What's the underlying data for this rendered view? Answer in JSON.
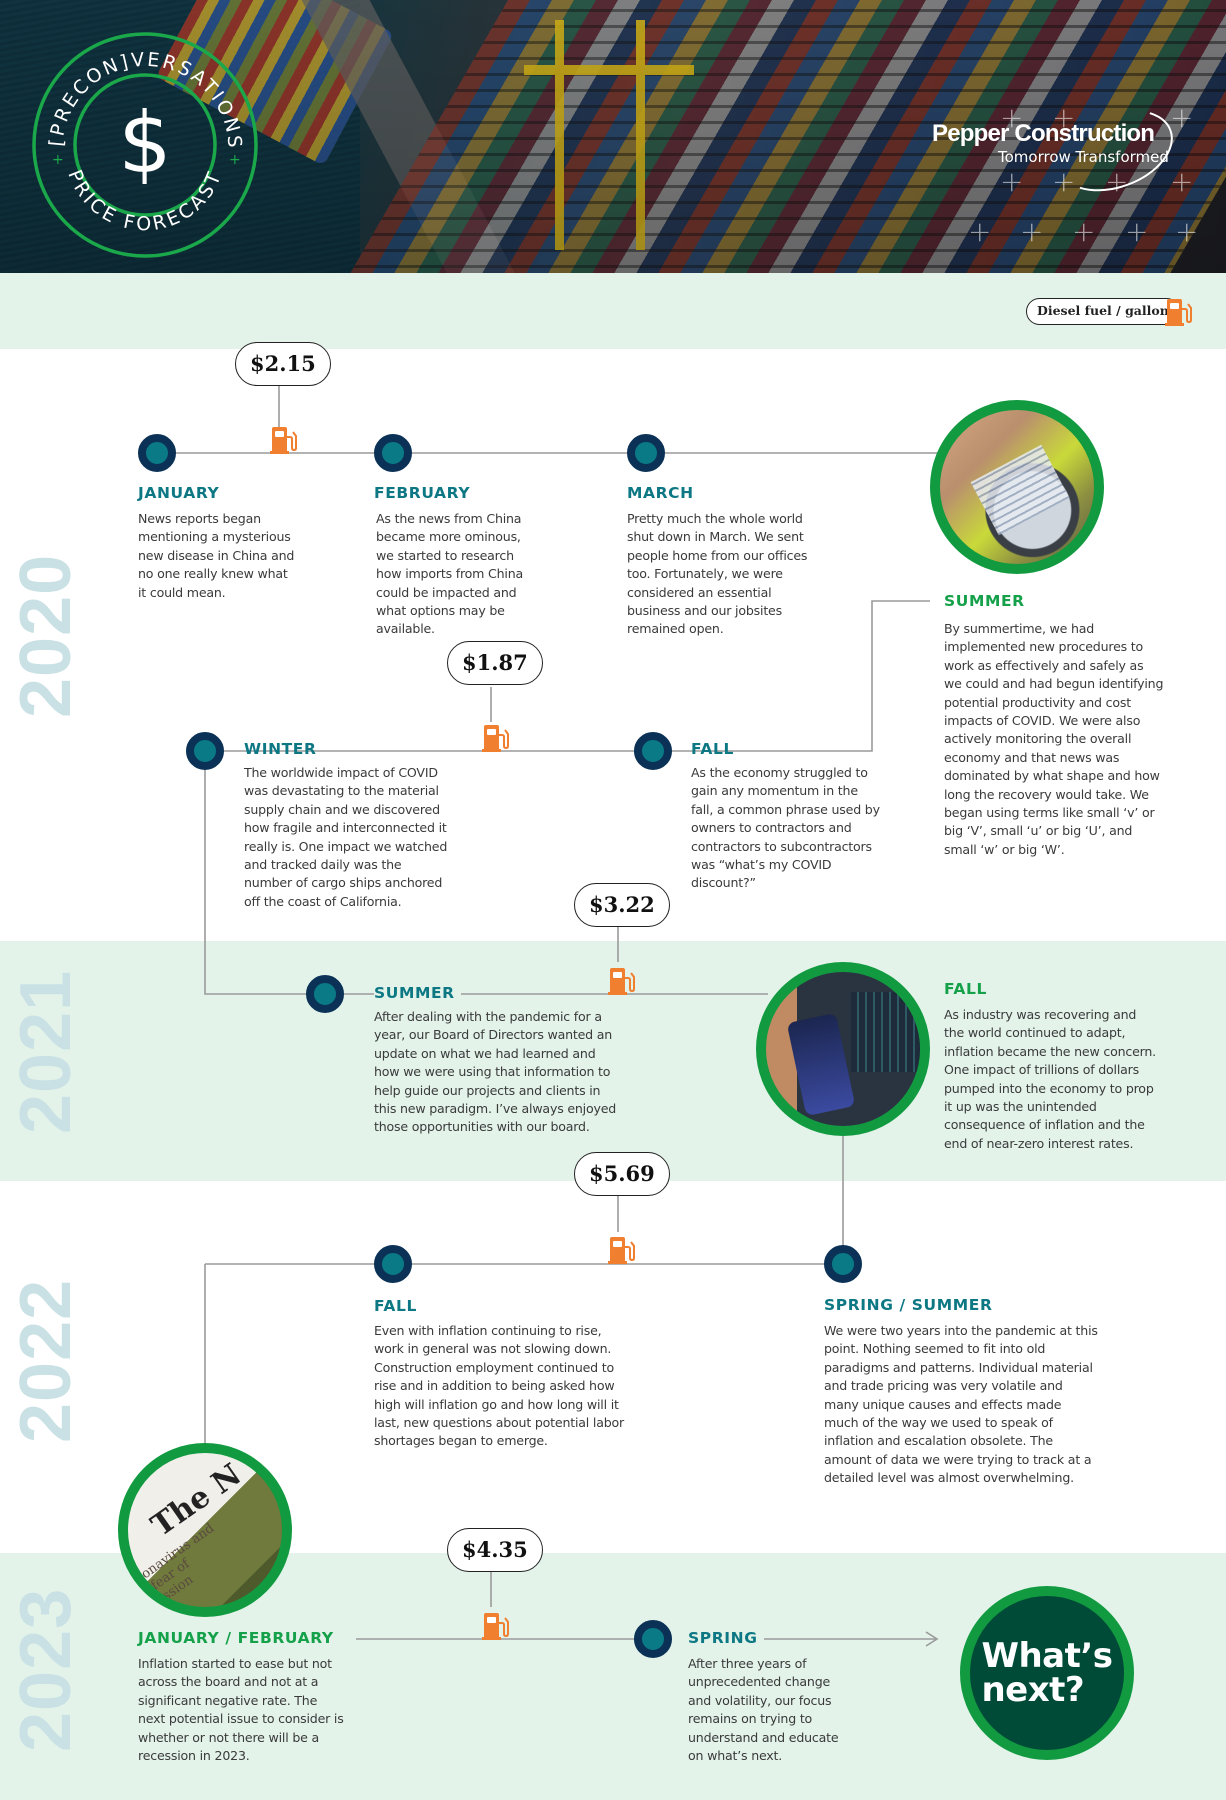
{
  "header": {
    "badge": {
      "arc_top": "[PRECON]VERSATIONS",
      "arc_bottom": "PRICE FORECAST",
      "symbol": "$",
      "icon": "dollar-sign-icon"
    },
    "brand": {
      "name": "Pepper Construction",
      "tagline": "Tomorrow Transformed"
    }
  },
  "legend": {
    "label": "Diesel fuel / gallon",
    "icon": "fuel-pump-icon"
  },
  "colors": {
    "band": "#e3f3ea",
    "node_fill": "#0a7a86",
    "node_ring": "#0b3256",
    "label_teal": "#0d7884",
    "label_green": "#15a04a",
    "photo_ring": "#119a40",
    "fuel_orange": "#f07f2f",
    "whats_next_fill": "#004a38",
    "year_text": "#c9e1e4"
  },
  "years": [
    "2020",
    "2021",
    "2022",
    "2023"
  ],
  "fuel_prices": [
    "$2.15",
    "$1.87",
    "$3.22",
    "$5.69",
    "$4.35"
  ],
  "events": {
    "e2020_jan": {
      "label": "JANUARY",
      "text": "News reports began mentioning a mysterious new disease in China and no one really knew what it could mean."
    },
    "e2020_feb": {
      "label": "FEBRUARY",
      "text": "As the news from China became more ominous, we started to research how imports from China could be impacted and what options may be available."
    },
    "e2020_mar": {
      "label": "MARCH",
      "text": "Pretty much the whole world shut down in March. We sent people home from our offices too. Fortunately, we were considered an essential business and our jobsites remained open."
    },
    "e2020_summer": {
      "label": "SUMMER",
      "text": "By summertime, we had implemented new procedures to work as effectively and safely as we could and had begun identifying potential productivity and cost impacts of COVID.  We were also actively monitoring the overall economy and that news was dominated by what shape and how long the recovery would take.  We began using terms like small ‘v’ or big ‘V’, small ‘u’ or big ‘U’, and small ‘w’ or big ‘W’."
    },
    "e2020_fall": {
      "label": "FALL",
      "text": "As the economy struggled to gain any momentum in the fall, a common phrase used by owners to contractors and contractors to subcontractors was “what’s my COVID discount?”"
    },
    "e2020_winter": {
      "label": "WINTER",
      "text": "The worldwide impact of COVID was devastating to the material supply chain and we discovered how fragile and interconnected it really is.  One impact we watched and tracked daily was the number of cargo ships anchored off the coast of California."
    },
    "e2021_summer": {
      "label": "SUMMER",
      "text": "After dealing with the pandemic for a year, our Board of Directors wanted an update on what we had learned and how we were using that information to help guide our projects and clients in this new paradigm.  I’ve always enjoyed those opportunities with our board."
    },
    "e2021_fall": {
      "label": "FALL",
      "text": "As industry was recovering and the world continued to adapt, inflation became the new concern.  One impact of trillions of dollars pumped into the economy to prop it up was the unintended consequence of inflation and the end of near-zero interest rates."
    },
    "e2022_spring": {
      "label": "SPRING / SUMMER",
      "text": "We were two years into the pandemic at this point.  Nothing seemed to fit into old paradigms and patterns.  Individual material and trade pricing was very volatile and many unique causes and effects made much of the way we used to speak of inflation and escalation obsolete.  The amount of data we were trying to track at a detailed level was almost overwhelming."
    },
    "e2022_fall": {
      "label": "FALL",
      "text": "Even with inflation continuing to rise, work in general was not slowing down. Construction employment continued to rise and in addition to being asked how high will inflation go and how long will it last, new questions about potential labor shortages began to emerge."
    },
    "e2023_janfeb": {
      "label": "JANUARY / FEBRUARY",
      "text": "Inflation started to ease but not across the board and not at a significant negative rate.  The next potential issue to consider is whether or not there will be a recession in 2023."
    },
    "e2023_spring": {
      "label": "SPRING",
      "text": "After three years of unprecedented change and volatility, our focus remains on trying to understand and educate on what’s next."
    }
  },
  "photos": {
    "tablet": "worker-with-tablet-photo",
    "phone": "stock-chart-phone-photo",
    "newspaper": {
      "text_masthead": "The N",
      "text_headline": "Coronavirus and the fear of recession"
    }
  },
  "whats_next": "What’s\nnext?"
}
